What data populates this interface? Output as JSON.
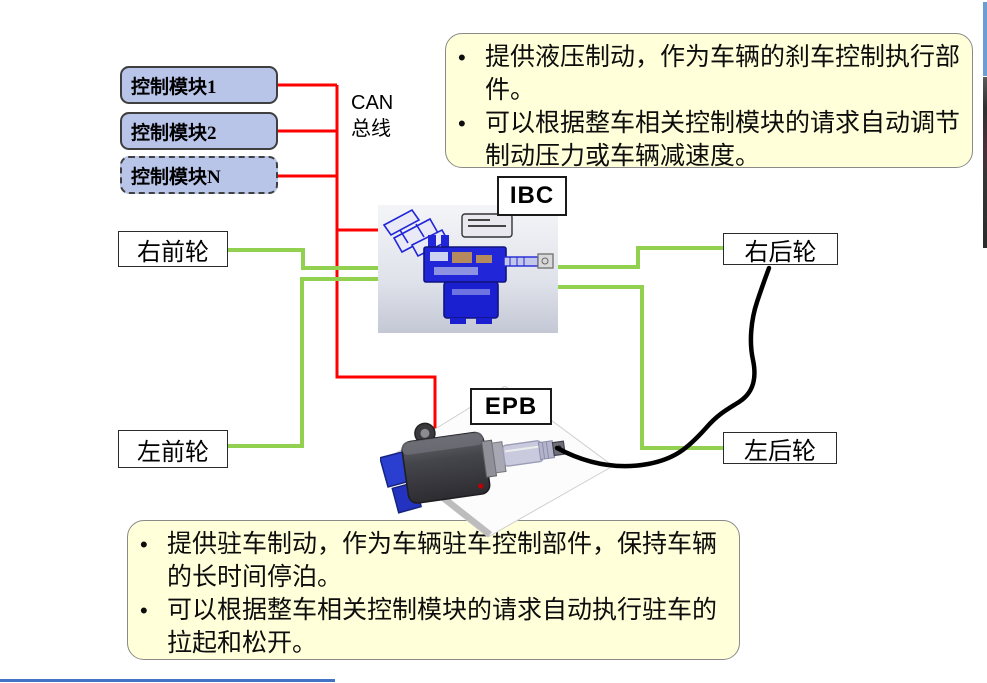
{
  "colors": {
    "can_red": "#ff0000",
    "hydraulic_green": "#92d050",
    "cable_black": "#000000",
    "module_fill": "#b8c4e8",
    "module_border": "#3f3f3f",
    "note_fill": "#ffffd9",
    "note_border": "#8a8a8a",
    "box_border": "#1a1a1a",
    "edge_blue": "#6b9fd4",
    "footer_blue": "#4472c4"
  },
  "modules": {
    "items": [
      {
        "label": "控制模块1"
      },
      {
        "label": "控制模块2"
      },
      {
        "label": "控制模块N"
      }
    ]
  },
  "can": {
    "line1": "CAN",
    "line2": "总线"
  },
  "components": {
    "ibc_label": "IBC",
    "epb_label": "EPB"
  },
  "wheels": {
    "front_right": "右前轮",
    "front_left": "左前轮",
    "rear_right": "右后轮",
    "rear_left": "左后轮"
  },
  "notes": {
    "bullet_char": "•",
    "ibc": {
      "bullets": [
        "提供液压制动，作为车辆的刹车控制执行部件。",
        "可以根据整车相关控制模块的请求自动调节制动压力或车辆减速度。"
      ]
    },
    "epb": {
      "bullets": [
        "提供驻车制动，作为车辆驻车控制部件，保持车辆的长时间停泊。",
        "可以根据整车相关控制模块的请求自动执行驻车的拉起和松开。"
      ]
    }
  }
}
